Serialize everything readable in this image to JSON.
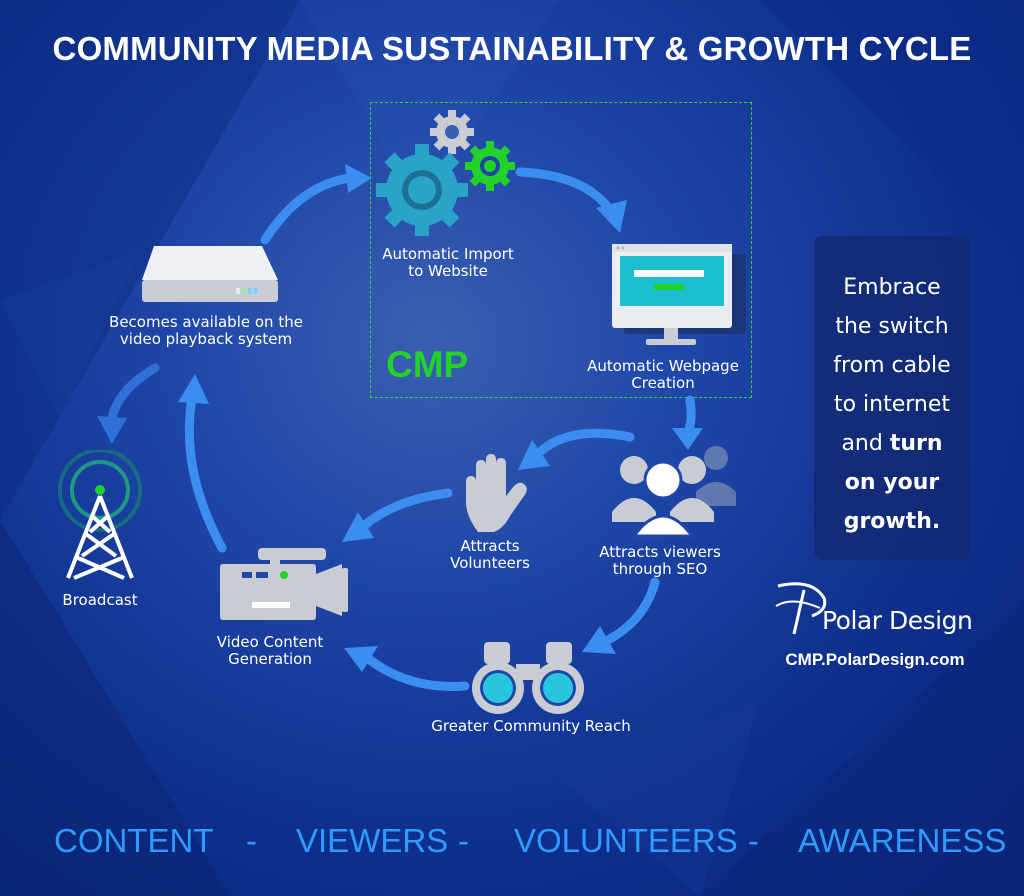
{
  "title": "COMMUNITY MEDIA SUSTAINABILITY & GROWTH CYCLE",
  "cmp_label": "CMP",
  "nodes": {
    "import": [
      "Automatic Import",
      "to Website"
    ],
    "webpage": [
      "Automatic Webpage",
      "Creation"
    ],
    "seo": [
      "Attracts viewers",
      "through SEO"
    ],
    "reach": [
      "Greater Community Reach"
    ],
    "volunteers": [
      "Attracts",
      "Volunteers"
    ],
    "video": [
      "Video Content",
      "Generation"
    ],
    "playback": [
      "Becomes available on the",
      "video playback system"
    ],
    "broadcast": [
      "Broadcast"
    ]
  },
  "cta": {
    "line1": "Embrace",
    "line2": "the switch",
    "line3": "from cable",
    "line4": "to internet",
    "line5_plain": "and",
    "line5_bold": "turn",
    "line6_bold": "on your",
    "line7_bold": "growth."
  },
  "brand": {
    "name": "Polar Design",
    "url": "CMP.PolarDesign.com"
  },
  "footer": {
    "items": [
      "CONTENT",
      "VIEWERS",
      "VOLUNTEERS",
      "AWARENESS"
    ],
    "separator": "-"
  },
  "colors": {
    "background": "#1f47a8",
    "cmp_green": "#22d12a",
    "arrow_blue": "#3a8df0",
    "footer_blue": "#2f9bff",
    "gear_teal": "#2aa3c8"
  }
}
